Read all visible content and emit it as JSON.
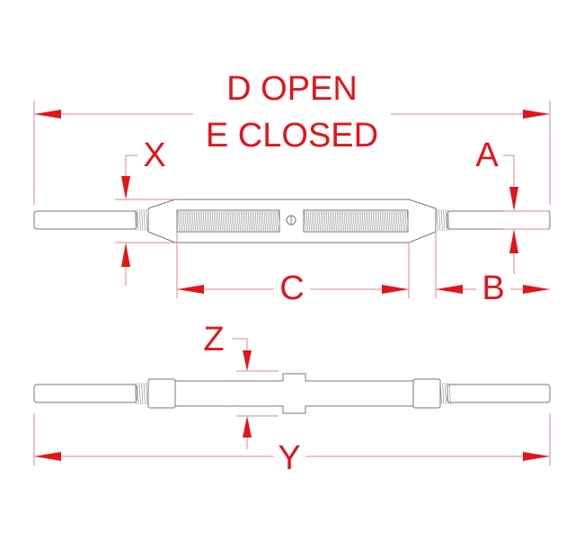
{
  "labels": {
    "d": "D OPEN",
    "e": "E CLOSED",
    "x": "X",
    "a": "A",
    "c": "C",
    "b": "B",
    "z": "Z",
    "y": "Y"
  },
  "colors": {
    "dimension": "#e3151a",
    "part": "#777777"
  }
}
